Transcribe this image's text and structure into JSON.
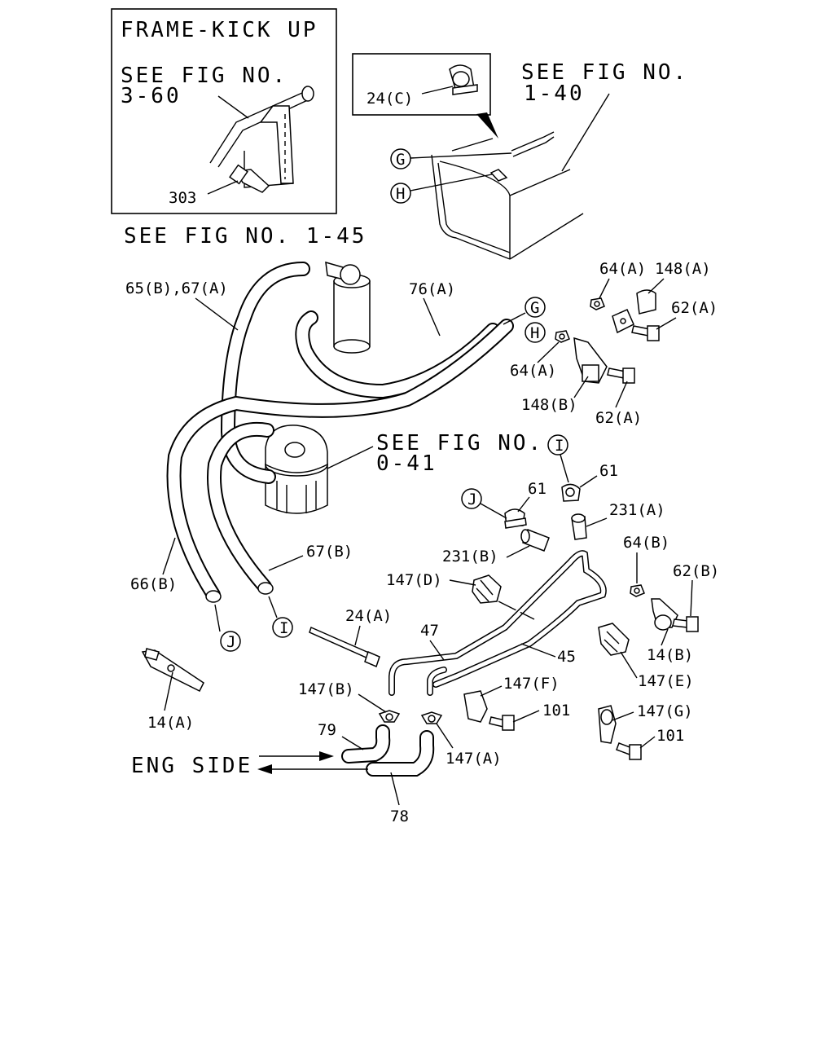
{
  "inset_frame": {
    "title": "FRAME-KICK UP",
    "ref_line1": "SEE FIG NO.",
    "ref_line2": "3-60",
    "part": "303"
  },
  "inset_clip": {
    "part": "24(C)"
  },
  "refs": {
    "tank_line1": "SEE FIG NO.",
    "tank_line2": "1-40",
    "filter_top": "SEE FIG NO. 1-45",
    "filter_line1": "SEE FIG NO.",
    "filter_line2": "0-41",
    "eng_side": "ENG SIDE"
  },
  "connectors": [
    "G",
    "H",
    "I",
    "J"
  ],
  "parts": {
    "p64a_1": "64(A)",
    "p148a": "148(A)",
    "p62a_1": "62(A)",
    "p65b67a": "65(B),67(A)",
    "p76a": "76(A)",
    "p64a_2": "64(A)",
    "p148b": "148(B)",
    "p62a_2": "62(A)",
    "p61_1": "61",
    "p61_2": "61",
    "p231a": "231(A)",
    "p231b": "231(B)",
    "p64b": "64(B)",
    "p62b": "62(B)",
    "p67b": "67(B)",
    "p66b": "66(B)",
    "p147d": "147(D)",
    "p24a": "24(A)",
    "p47": "47",
    "p45": "45",
    "p14b": "14(B)",
    "p147e": "147(E)",
    "p147b": "147(B)",
    "p147f": "147(F)",
    "p101_1": "101",
    "p14a": "14(A)",
    "p79": "79",
    "p147a": "147(A)",
    "p147g": "147(G)",
    "p101_2": "101",
    "p78": "78"
  }
}
